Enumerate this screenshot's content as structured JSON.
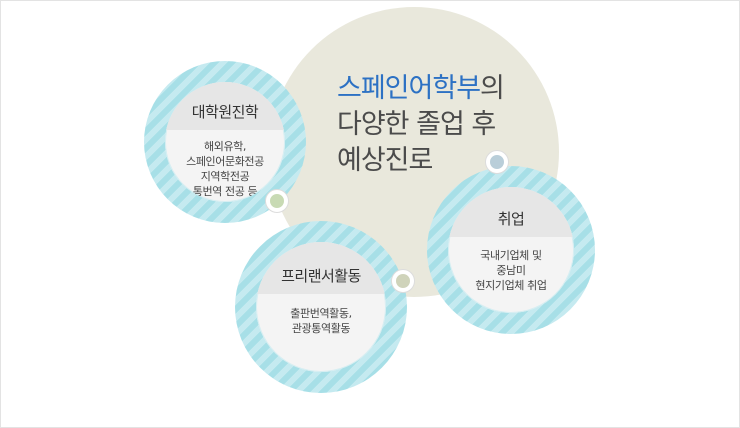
{
  "headline": {
    "line1_accent": "스페인어학부",
    "line1_rest": "의",
    "line2": "다양한 졸업 후",
    "line3": "예상진로"
  },
  "paths": [
    {
      "title": "대학원진학",
      "lines": [
        "해외유학,",
        "스페인어문화전공",
        "지역학전공",
        "통번역 전공 등"
      ]
    },
    {
      "title": "프리랜서활동",
      "lines": [
        "출판번역활동,",
        "관광통역활동"
      ]
    },
    {
      "title": "취업",
      "lines": [
        "국내기업체 및",
        "중남미",
        "현지기업체 취업"
      ]
    }
  ],
  "colors": {
    "accent": "#2c71c4",
    "ring": "#a7dfe7",
    "dot_green": "#c8dab4",
    "dot_olive": "#cfd3ba",
    "dot_blue": "#b9ced9"
  }
}
